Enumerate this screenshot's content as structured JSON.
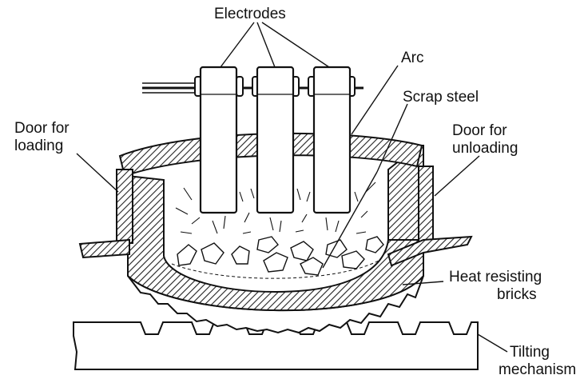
{
  "labels": {
    "electrodes": "Electrodes",
    "arc": "Arc",
    "scrap_steel": "Scrap steel",
    "door_loading_1": "Door for",
    "door_loading_2": "loading",
    "door_unloading_1": "Door for",
    "door_unloading_2": "unloading",
    "heat_bricks_1": "Heat resisting",
    "heat_bricks_2": "bricks",
    "tilting_1": "Tilting",
    "tilting_2": "mechanism"
  }
}
